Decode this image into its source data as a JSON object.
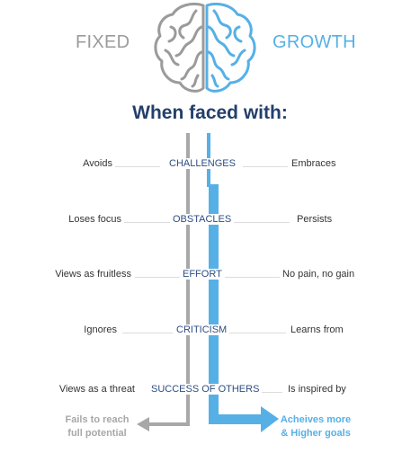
{
  "headers": {
    "fixed": "FIXED",
    "growth": "GROWTH"
  },
  "title": "When faced with:",
  "rows": [
    {
      "left": "Avoids",
      "center": "CHALLENGES",
      "right": "Embraces"
    },
    {
      "left": "Loses focus",
      "center": "OBSTACLES",
      "right": "Persists"
    },
    {
      "left": "Views as fruitless",
      "center": "EFFORT",
      "right": "No pain, no gain"
    },
    {
      "left": "Ignores",
      "center": "CRITICISM",
      "right": "Learns from"
    },
    {
      "left": "Views as a threat",
      "center": "SUCCESS OF OTHERS",
      "right": "Is inspired by"
    }
  ],
  "outcomes": {
    "fixed": [
      "Fails to reach",
      "full potential"
    ],
    "growth": [
      "Acheives more",
      "& Higher goals"
    ]
  },
  "colors": {
    "fixed": "#9b9b9b",
    "growth": "#56b0e6",
    "title": "#243f6b"
  },
  "icons": {
    "brain": "brain-icon"
  }
}
